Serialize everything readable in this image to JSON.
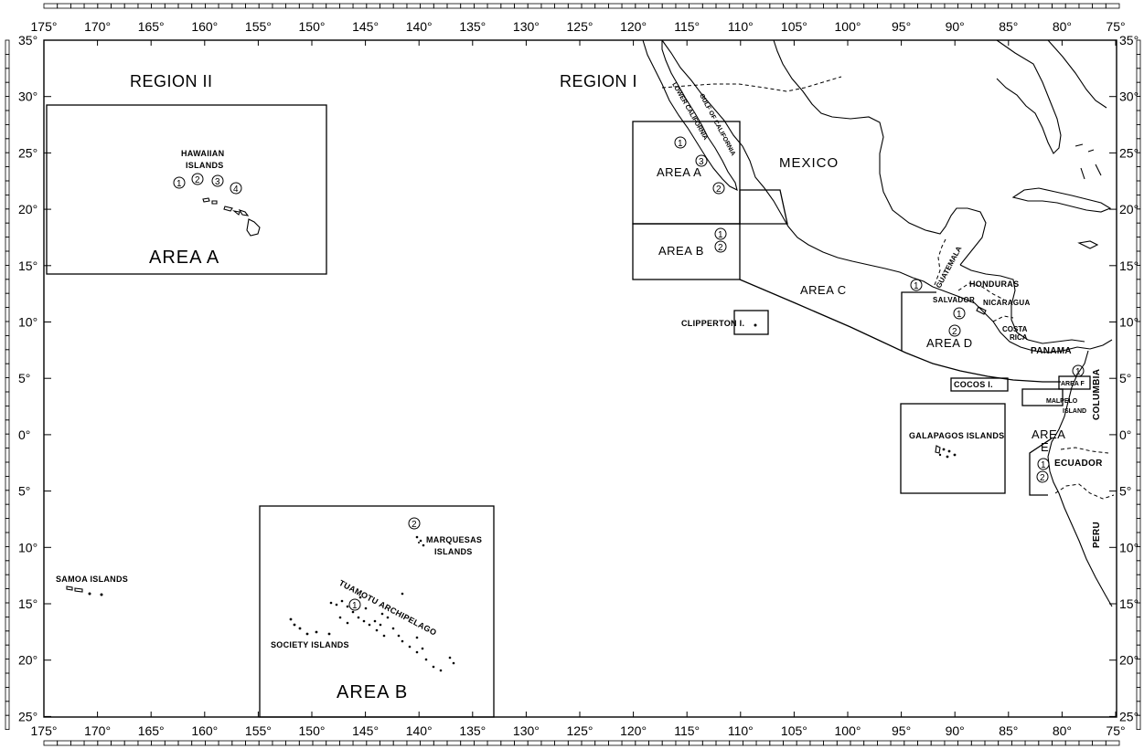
{
  "map": {
    "lon_labels": [
      "175°",
      "170°",
      "165°",
      "160°",
      "155°",
      "150°",
      "145°",
      "140°",
      "135°",
      "130°",
      "125°",
      "120°",
      "115°",
      "110°",
      "105°",
      "100°",
      "95°",
      "90°",
      "85°",
      "80°",
      "75°"
    ],
    "lat_labels": [
      "35°",
      "30°",
      "25°",
      "20°",
      "15°",
      "10°",
      "5°",
      "0°",
      "5°",
      "10°",
      "15°",
      "20°",
      "25°"
    ],
    "regions": {
      "region_ii": "REGION II",
      "region_i": "REGION I"
    },
    "region_ii_areas": {
      "area_a": "AREA  A",
      "area_b": "AREA  B"
    },
    "region_i_areas": {
      "area_a": "AREA  A",
      "area_b": "AREA  B",
      "area_c": "AREA  C",
      "area_d": "AREA  D",
      "area_e": "AREA",
      "area_e_letter": "E",
      "area_f": "AREA F"
    },
    "places": {
      "hawaiian": "HAWAIIAN",
      "islands": "ISLANDS",
      "samoa": "SAMOA ISLANDS",
      "marquesas": "MARQUESAS",
      "marquesas_islands": "ISLANDS",
      "tuamotu": "TUAMOTU  ARCHIPELAGO",
      "society": "SOCIETY ISLANDS",
      "clipperton": "CLIPPERTON I.",
      "cocos": "COCOS I.",
      "galapagos": "GALAPAGOS ISLANDS",
      "malpelo": "MALPELO",
      "malpelo_island": "ISLAND",
      "lower_california": "LOWER CALIFORNIA",
      "gulf_california": "GULF OF CALIFORNIA"
    },
    "countries": {
      "mexico": "MEXICO",
      "guatemala": "GUATEMALA",
      "honduras": "HONDURAS",
      "salvador": "SALVADOR",
      "nicaragua": "NICARAGUA",
      "costa": "COSTA",
      "rica": "RICA",
      "panama": "PANAMA",
      "columbia": "COLUMBIA",
      "ecuador": "ECUADOR",
      "peru": "PERU"
    },
    "circled_numbers": {
      "one": "1",
      "two": "2",
      "three": "3",
      "four": "4"
    }
  }
}
